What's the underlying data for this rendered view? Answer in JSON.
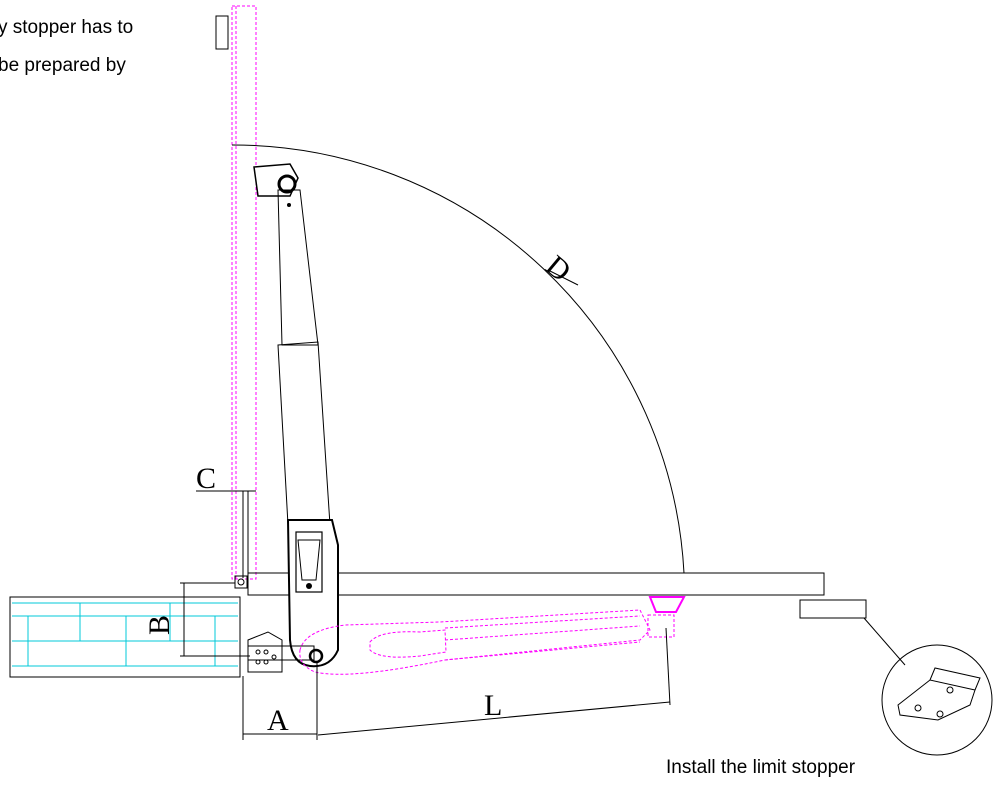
{
  "notes": {
    "top_line1": "y stopper has to",
    "top_line2": "be prepared by",
    "bottom": "Install the limit stopper"
  },
  "dimensions": {
    "A": "A",
    "B": "B",
    "C": "C",
    "D": "D",
    "L": "L"
  },
  "colors": {
    "line": "#000000",
    "open_position": "#ff00ff",
    "pillar": "#00c8d8"
  }
}
